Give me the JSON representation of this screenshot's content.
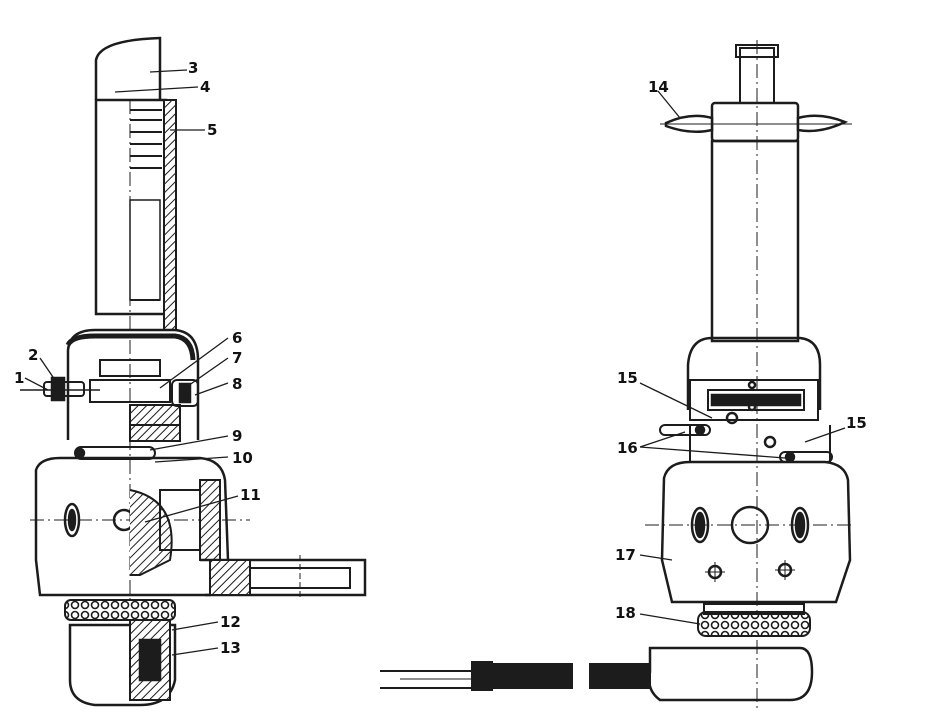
{
  "figure": {
    "colors": {
      "ink": "#1c1c1c",
      "paper": "#ffffff",
      "shade": "#bdbdbd"
    },
    "left_view": {
      "callouts": [
        "1",
        "2",
        "3",
        "4",
        "5",
        "6",
        "7",
        "8",
        "9",
        "10",
        "11",
        "12",
        "13"
      ]
    },
    "right_view": {
      "callouts": [
        "14",
        "15",
        "16",
        "15",
        "17",
        "18"
      ]
    }
  }
}
